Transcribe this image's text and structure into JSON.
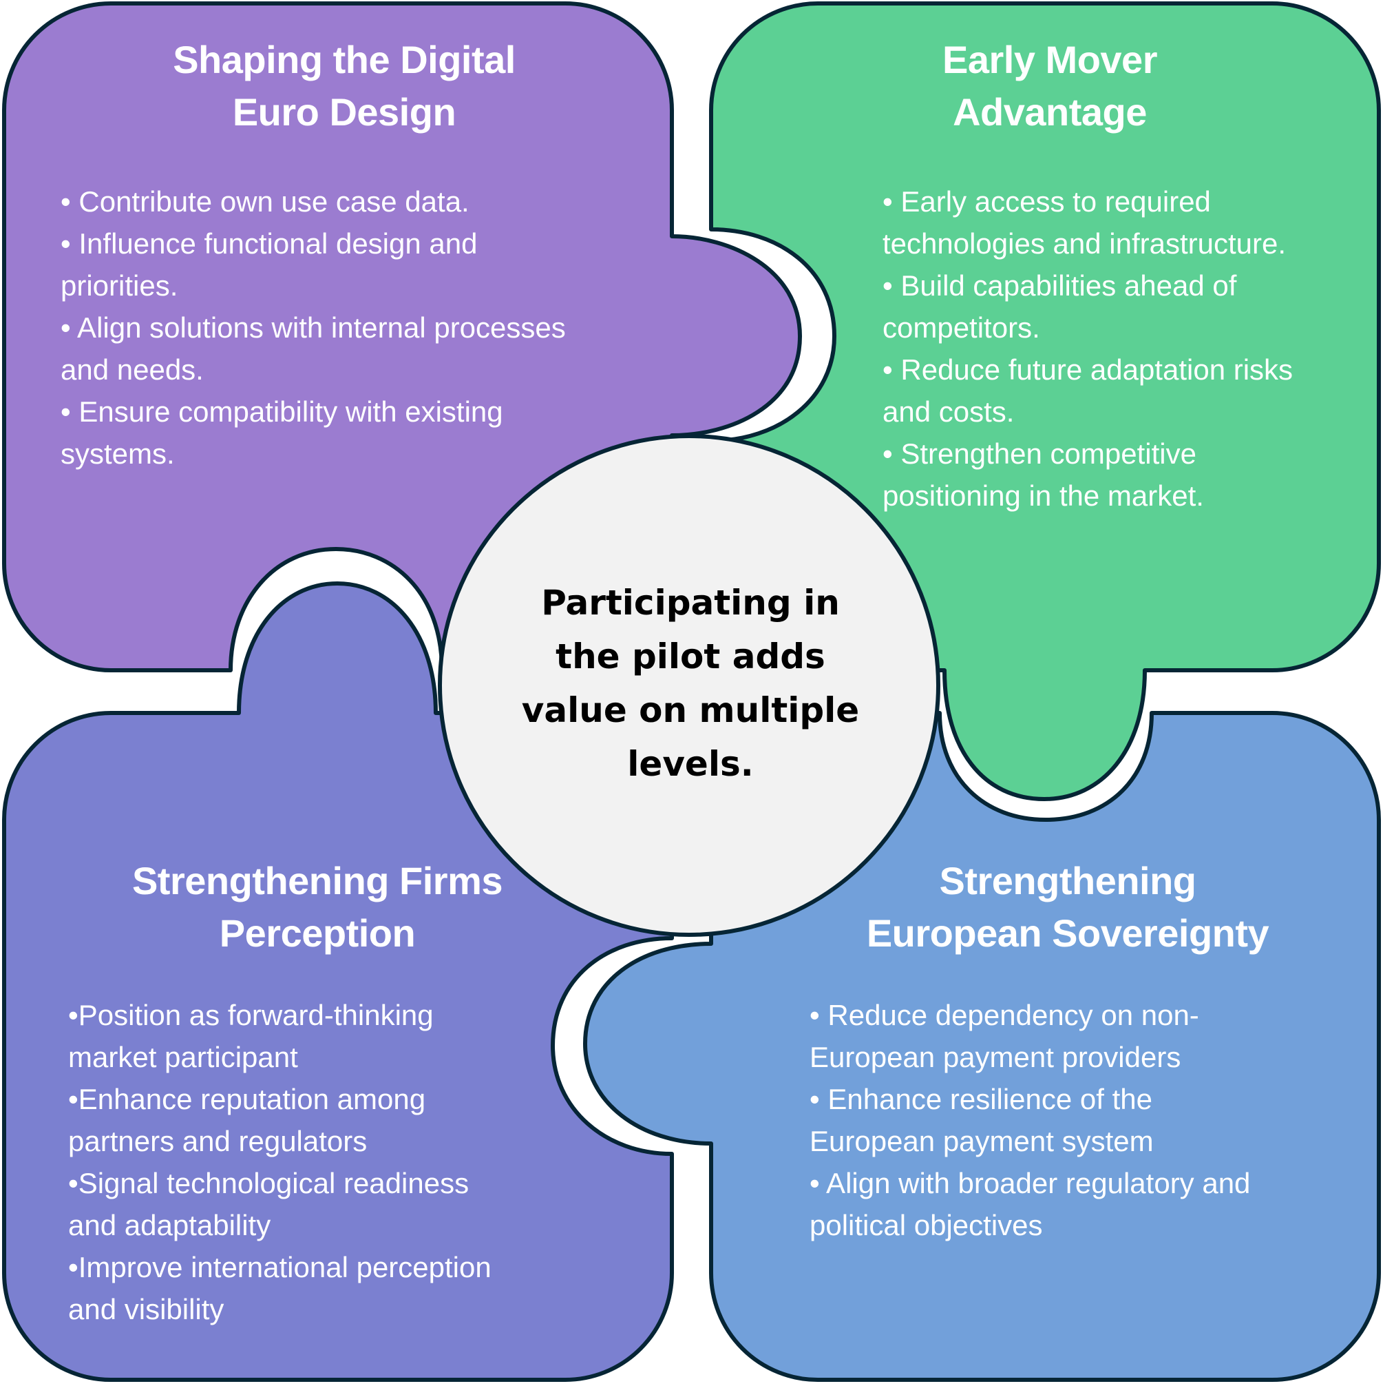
{
  "colors": {
    "outline": "#062535",
    "panel_top_left": "#9B7CD0",
    "panel_top_right": "#5CD094",
    "panel_bottom_left": "#7B80D0",
    "panel_bottom_right": "#72A0DA",
    "center": "#F2F2F2",
    "panel_text": "#FFFFFF",
    "center_text": "#000000"
  },
  "center": {
    "lines": [
      "Participating in",
      "the pilot adds",
      "value on multiple",
      "levels."
    ]
  },
  "panels": {
    "top_left": {
      "title_lines": [
        "Shaping the Digital",
        "Euro Design"
      ],
      "body_lines": [
        "• Contribute own use case data.",
        "• Influence functional design and",
        "priorities.",
        "• Align solutions with internal processes",
        "and needs.",
        "• Ensure compatibility with existing",
        "systems."
      ]
    },
    "top_right": {
      "title_lines": [
        "Early Mover",
        "Advantage"
      ],
      "body_lines": [
        "• Early access to required",
        "technologies and infrastructure.",
        "• Build capabilities ahead of",
        "competitors.",
        "• Reduce future adaptation risks",
        "and costs.",
        "• Strengthen competitive",
        "positioning in the market."
      ]
    },
    "bottom_left": {
      "title_lines": [
        "Strengthening Firms",
        "Perception"
      ],
      "body_lines": [
        "•Position as forward-thinking",
        "market participant",
        "•Enhance reputation among",
        "partners and regulators",
        "•Signal technological readiness",
        "and adaptability",
        "•Improve international perception",
        "and visibility"
      ]
    },
    "bottom_right": {
      "title_lines": [
        "Strengthening",
        "European Sovereignty"
      ],
      "body_lines": [
        "• Reduce dependency on non-",
        "European payment providers",
        "• Enhance resilience of the",
        "European payment system",
        "• Align with broader regulatory and",
        "political objectives"
      ]
    }
  }
}
